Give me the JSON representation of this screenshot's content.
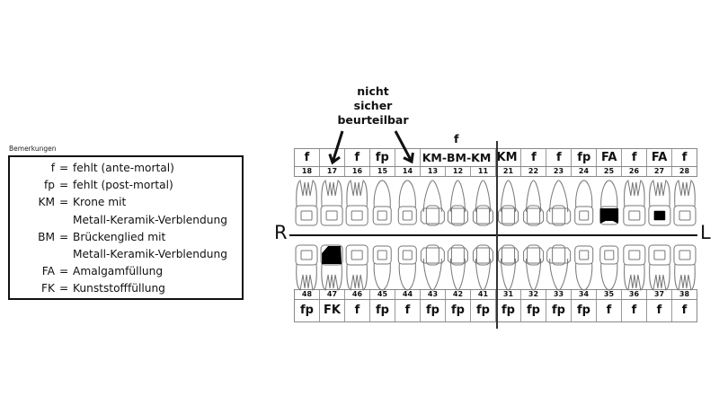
{
  "legend": {
    "title": "Bemerkungen",
    "entries": [
      {
        "abbr": "f",
        "eq": "=",
        "lines": [
          "fehlt (ante-mortal)"
        ]
      },
      {
        "abbr": "fp",
        "eq": "=",
        "lines": [
          "fehlt (post-mortal)"
        ]
      },
      {
        "abbr": "KM",
        "eq": "=",
        "lines": [
          "Krone mit",
          "Metall-Keramik-Verblendung"
        ]
      },
      {
        "abbr": "BM",
        "eq": "=",
        "lines": [
          "Brückenglied mit",
          "Metall-Keramik-Verblendung"
        ]
      },
      {
        "abbr": "FA",
        "eq": "=",
        "lines": [
          "Amalgamfüllung"
        ]
      },
      {
        "abbr": "FK",
        "eq": "=",
        "lines": [
          "Kunststofffüllung"
        ]
      }
    ]
  },
  "annotation": {
    "lines": [
      "nicht",
      "sicher",
      "beurteilbar"
    ],
    "targets": [
      "17",
      "14"
    ],
    "above_bridge": "f"
  },
  "side_labels": {
    "right": "R",
    "left": "L"
  },
  "upper_jaw": {
    "teeth": [
      {
        "num": "18",
        "code": "f",
        "type": "molar",
        "fill": "none"
      },
      {
        "num": "17",
        "code": "",
        "type": "molar",
        "fill": "none"
      },
      {
        "num": "16",
        "code": "f",
        "type": "molar",
        "fill": "none"
      },
      {
        "num": "15",
        "code": "fp",
        "type": "premolar",
        "fill": "none"
      },
      {
        "num": "14",
        "code": "",
        "type": "premolar",
        "fill": "none"
      },
      {
        "num": "13",
        "code": "",
        "type": "canine",
        "fill": "none"
      },
      {
        "num": "12",
        "code": "",
        "type": "incisor",
        "fill": "none"
      },
      {
        "num": "11",
        "code": "",
        "type": "incisor",
        "fill": "none"
      },
      {
        "num": "21",
        "code": "",
        "type": "incisor",
        "fill": "none"
      },
      {
        "num": "22",
        "code": "f",
        "type": "incisor",
        "fill": "none"
      },
      {
        "num": "23",
        "code": "f",
        "type": "canine",
        "fill": "none"
      },
      {
        "num": "24",
        "code": "fp",
        "type": "premolar",
        "fill": "none"
      },
      {
        "num": "25",
        "code": "FA",
        "type": "premolar",
        "fill": "crown"
      },
      {
        "num": "26",
        "code": "f",
        "type": "molar",
        "fill": "none"
      },
      {
        "num": "27",
        "code": "FA",
        "type": "molar",
        "fill": "center"
      },
      {
        "num": "28",
        "code": "f",
        "type": "molar",
        "fill": "none"
      }
    ],
    "bridge_label": "KM-BM-KM",
    "bridge_label_after": "KM"
  },
  "lower_jaw": {
    "teeth": [
      {
        "num": "48",
        "code": "fp",
        "type": "molar",
        "fill": "none"
      },
      {
        "num": "47",
        "code": "FK",
        "type": "molar",
        "fill": "crown-partial"
      },
      {
        "num": "46",
        "code": "f",
        "type": "molar",
        "fill": "none"
      },
      {
        "num": "45",
        "code": "fp",
        "type": "premolar",
        "fill": "none"
      },
      {
        "num": "44",
        "code": "f",
        "type": "premolar",
        "fill": "none"
      },
      {
        "num": "43",
        "code": "fp",
        "type": "canine",
        "fill": "none"
      },
      {
        "num": "42",
        "code": "fp",
        "type": "incisor",
        "fill": "none"
      },
      {
        "num": "41",
        "code": "fp",
        "type": "incisor",
        "fill": "none"
      },
      {
        "num": "31",
        "code": "fp",
        "type": "incisor",
        "fill": "none"
      },
      {
        "num": "32",
        "code": "fp",
        "type": "incisor",
        "fill": "none"
      },
      {
        "num": "33",
        "code": "fp",
        "type": "canine",
        "fill": "none"
      },
      {
        "num": "34",
        "code": "fp",
        "type": "premolar",
        "fill": "none"
      },
      {
        "num": "35",
        "code": "f",
        "type": "premolar",
        "fill": "none"
      },
      {
        "num": "36",
        "code": "f",
        "type": "molar",
        "fill": "none"
      },
      {
        "num": "37",
        "code": "f",
        "type": "molar",
        "fill": "none"
      },
      {
        "num": "38",
        "code": "f",
        "type": "molar",
        "fill": "none"
      }
    ]
  }
}
